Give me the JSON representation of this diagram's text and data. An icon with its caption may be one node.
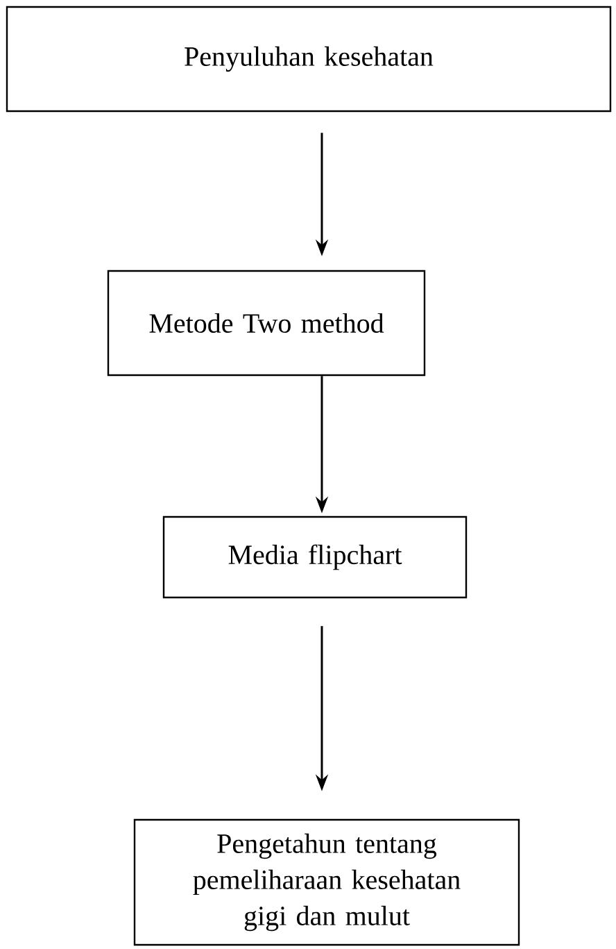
{
  "diagram": {
    "nodes": [
      {
        "text": [
          "Penyuluhan kesehatan"
        ]
      },
      {
        "text": [
          "Metode Two method"
        ]
      },
      {
        "text": [
          "Media flipchart"
        ]
      },
      {
        "text": [
          "Pengetahun tentang pemeliharaan kesehatan gigi dan mulut"
        ]
      }
    ],
    "edges": [
      {
        "from": 0,
        "to": 1,
        "arrow": "to"
      },
      {
        "from": 1,
        "to": 2,
        "arrow": "to"
      },
      {
        "from": 2,
        "to": 3,
        "arrow": "to"
      }
    ]
  }
}
